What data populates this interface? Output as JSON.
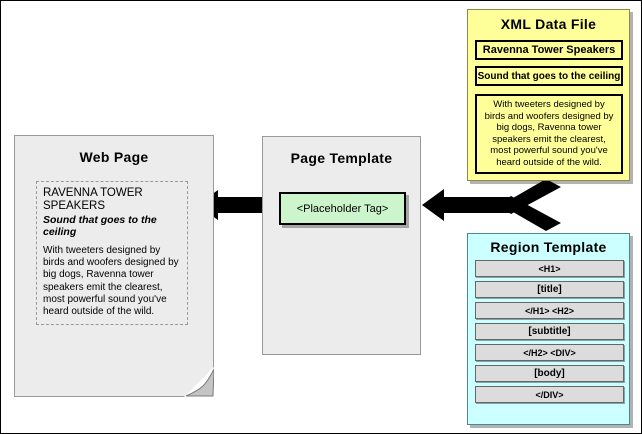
{
  "diagram": {
    "title": "XML data file merged with page template and region template to produce a web page",
    "type": "flow-diagram"
  },
  "webpage": {
    "title": "Web Page",
    "heading": "RAVENNA TOWER SPEAKERS",
    "subtitle": "Sound that goes to the ceiling",
    "body": "With tweeters designed by birds and woofers designed by big dogs, Ravenna tower speakers emit the clearest, most powerful sound you've heard outside of the wild."
  },
  "page_template": {
    "title": "Page Template",
    "placeholder": "<Placeholder Tag>"
  },
  "xml_data_file": {
    "title": "XML Data File",
    "line1": "Ravenna Tower Speakers",
    "line2": "Sound that goes to the ceiling",
    "body": "With tweeters designed by birds and woofers designed by big dogs, Ravenna tower speakers emit the clearest, most powerful sound you've heard outside of the wild."
  },
  "region_template": {
    "title": "Region Template",
    "rows": [
      {
        "label": "<H1>",
        "kind": "tag"
      },
      {
        "label": "[title]",
        "kind": "field"
      },
      {
        "label": "</H1> <H2>",
        "kind": "tag"
      },
      {
        "label": "[subtitle]",
        "kind": "field"
      },
      {
        "label": "</H2> <DIV>",
        "kind": "tag"
      },
      {
        "label": "[body]",
        "kind": "field"
      },
      {
        "label": "</DIV>",
        "kind": "tag"
      }
    ]
  },
  "arrows": [
    {
      "name": "arrow-template-to-webpage",
      "direction": "left"
    },
    {
      "name": "arrow-sources-to-template",
      "direction": "left-fork"
    }
  ],
  "colors": {
    "xml_fill": "#FFFF99",
    "region_fill": "#CCFFFF",
    "placeholder_fill": "#CCF5CC",
    "panel_fill": "#ECECEC",
    "row_fill": "#DCDCDC",
    "arrow": "#000000",
    "border": "#000000"
  }
}
